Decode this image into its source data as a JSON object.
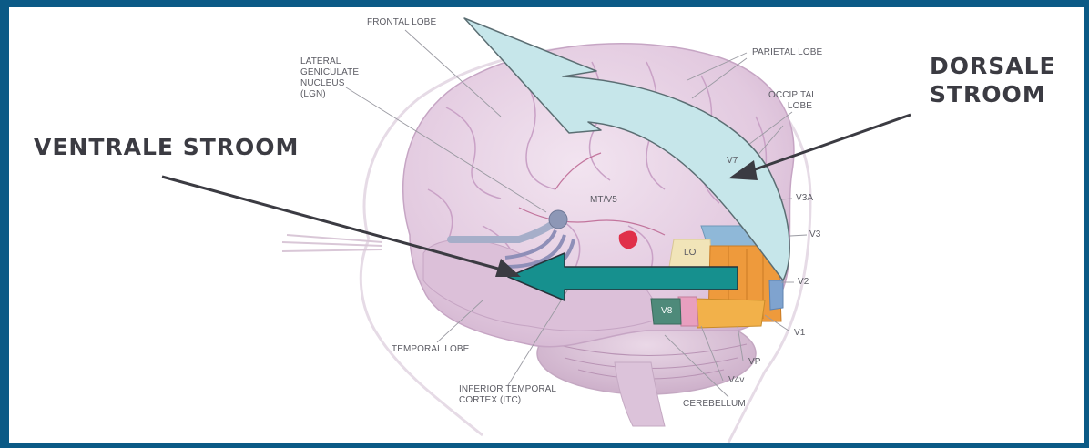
{
  "labels": {
    "frontal_lobe": "FRONTAL LOBE",
    "lgn_line1": "LATERAL",
    "lgn_line2": "GENICULATE",
    "lgn_line3": "NUCLEUS",
    "lgn_line4": "(LGN)",
    "parietal_lobe": "PARIETAL LOBE",
    "occipital_line1": "OCCIPITAL",
    "occipital_line2": "LOBE",
    "mt_v5": "MT/V5",
    "v7": "V7",
    "v3a": "V3A",
    "v3": "V3",
    "lo": "LO",
    "v2": "V2",
    "v8": "V8",
    "v1": "V1",
    "vp": "VP",
    "v4v": "V4v",
    "temporal_lobe": "TEMPORAL LOBE",
    "itc_line1": "INFERIOR TEMPORAL",
    "itc_line2": "CORTEX (ITC)",
    "cerebellum": "CEREBELLUM"
  },
  "callouts": {
    "dorsal_line1": "DORSALE",
    "dorsal_line2": "STROOM",
    "ventral": "VENTRALE STROOM"
  },
  "colors": {
    "frame": "#0b5a86",
    "brain": "#e7d2e4",
    "dorsal_arrow": "#c6e6ea",
    "ventral_arrow": "#16908e",
    "v1": "#f2b14a",
    "v2": "#ee9a3c",
    "v3": "#8fb8d8",
    "v8": "#4e8a7a",
    "mt": "#e0304a"
  }
}
